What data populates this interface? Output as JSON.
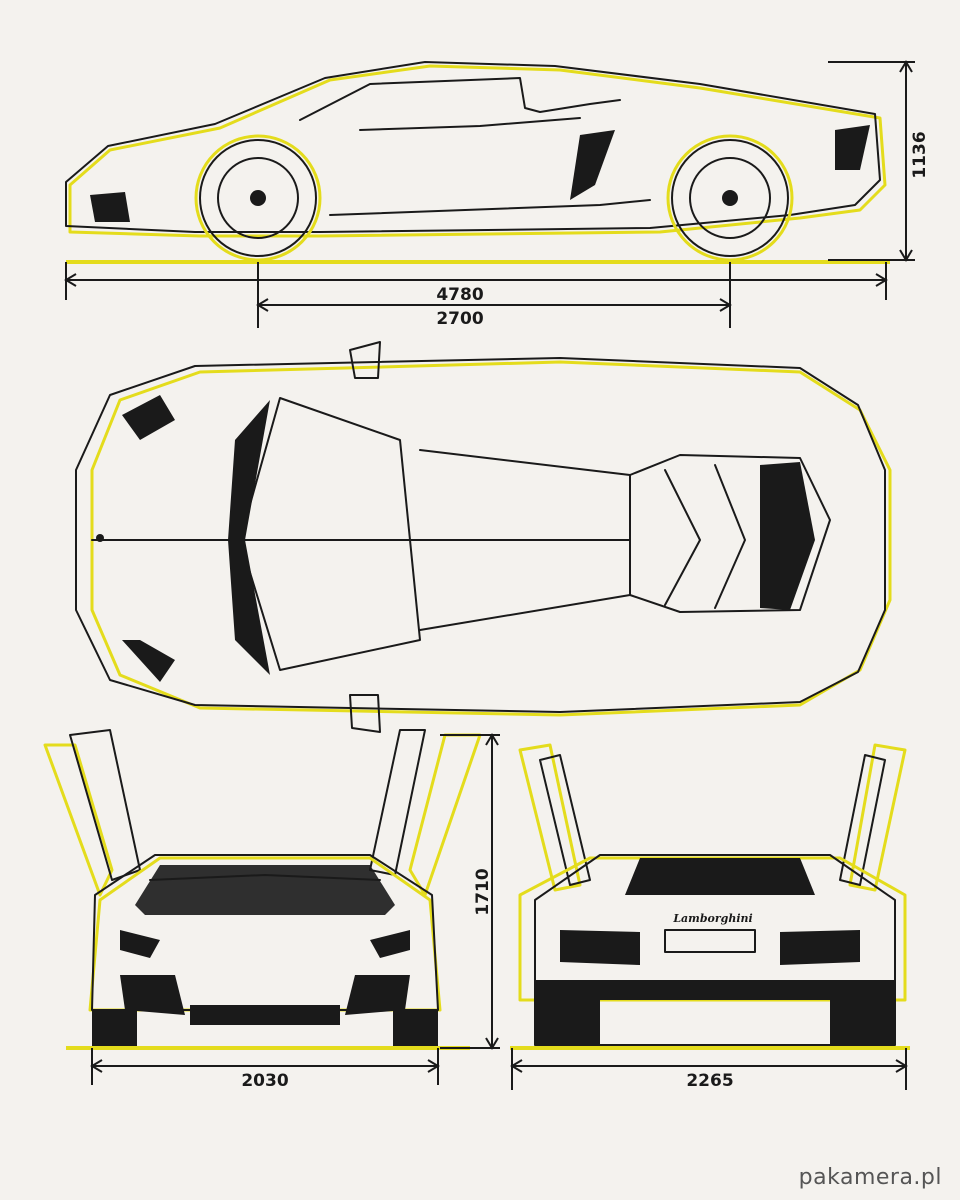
{
  "dimensions": {
    "side_height": "1136",
    "overall_length": "4780",
    "wheelbase": "2700",
    "front_height": "1710",
    "front_width": "2030",
    "rear_width": "2265"
  },
  "rear_badge": "Lamborghini",
  "watermark": "pakamera.pl",
  "colors": {
    "accent": "#e4dc1c",
    "line": "#1a1a1a",
    "background": "#f4f2ee"
  }
}
